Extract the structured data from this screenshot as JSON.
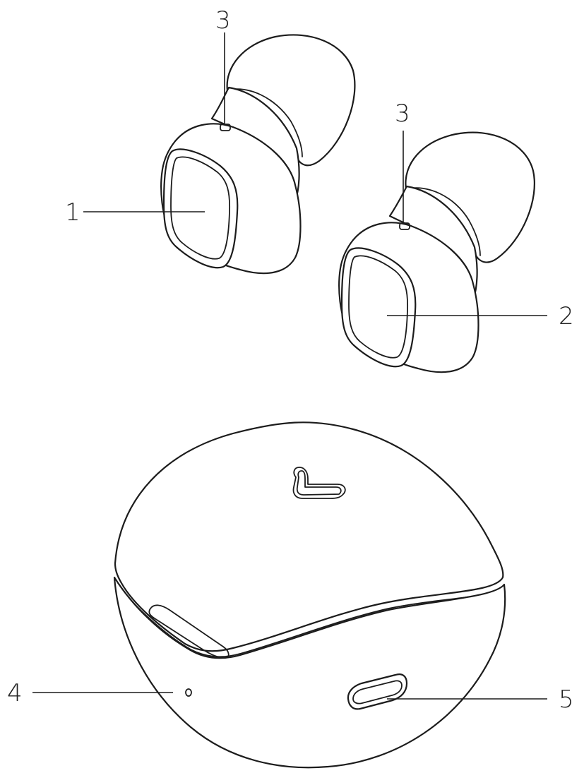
{
  "callouts": [
    {
      "id": "left-touch-panel",
      "number": "1"
    },
    {
      "id": "right-touch-panel",
      "number": "2"
    },
    {
      "id": "left-microphone",
      "number": "3"
    },
    {
      "id": "right-microphone",
      "number": "3"
    },
    {
      "id": "charge-indicator",
      "number": "4"
    },
    {
      "id": "charging-port",
      "number": "5"
    }
  ],
  "colors": {
    "line": "#1c1c1c",
    "label": "#222222",
    "background": "#ffffff"
  },
  "icons": {
    "brand_logo": "heart-outline-icon"
  }
}
